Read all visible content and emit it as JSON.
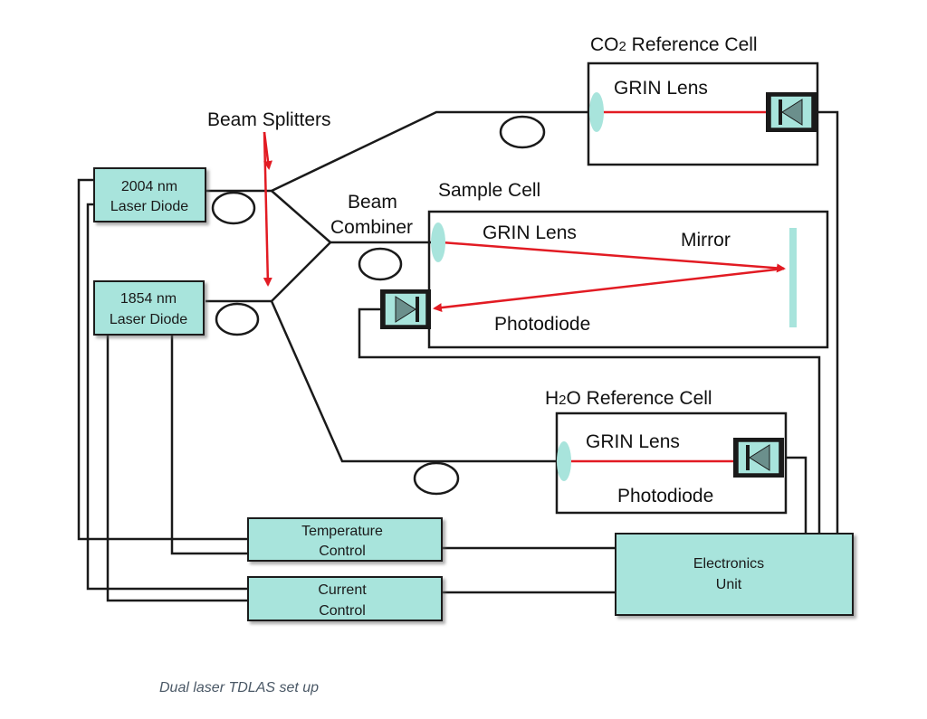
{
  "colors": {
    "box_fill": "#a8e4dc",
    "line": "#1a1a1a",
    "beam": "#e21b23",
    "lens": "#a8e4dc"
  },
  "labels": {
    "co2_cell_prefix": "CO",
    "co2_cell_subscript": "2",
    "co2_cell_suffix": " Reference Cell",
    "h2o_cell_prefix": "H",
    "h2o_cell_subscript": "2",
    "h2o_cell_suffix": "O Reference Cell",
    "sample_cell": "Sample Cell",
    "grin_lens_co2": "GRIN Lens",
    "grin_lens_sample": "GRIN Lens",
    "grin_lens_h2o": "GRIN Lens",
    "beam_splitters": "Beam Splitters",
    "beam_combiner_line1": "Beam",
    "beam_combiner_line2": "Combiner",
    "mirror": "Mirror",
    "photodiode_sample": "Photodiode",
    "photodiode_h2o": "Photodiode"
  },
  "boxes": {
    "laser_2004_line1": "2004 nm",
    "laser_2004_line2": "Laser  Diode",
    "laser_1854_line1": "1854 nm",
    "laser_1854_line2": "Laser Diode",
    "temperature_line1": "Temperature",
    "temperature_line2": "Control",
    "current_line1": "Current",
    "current_line2": "Control",
    "electronics_line1": "Electronics",
    "electronics_line2": "Unit"
  },
  "caption": "Dual laser TDLAS set up",
  "icons": {
    "photodiode": "photodiode-icon",
    "fiber_loop": "fiber-loop-icon",
    "lens": "grin-lens-icon",
    "mirror": "mirror-icon"
  }
}
